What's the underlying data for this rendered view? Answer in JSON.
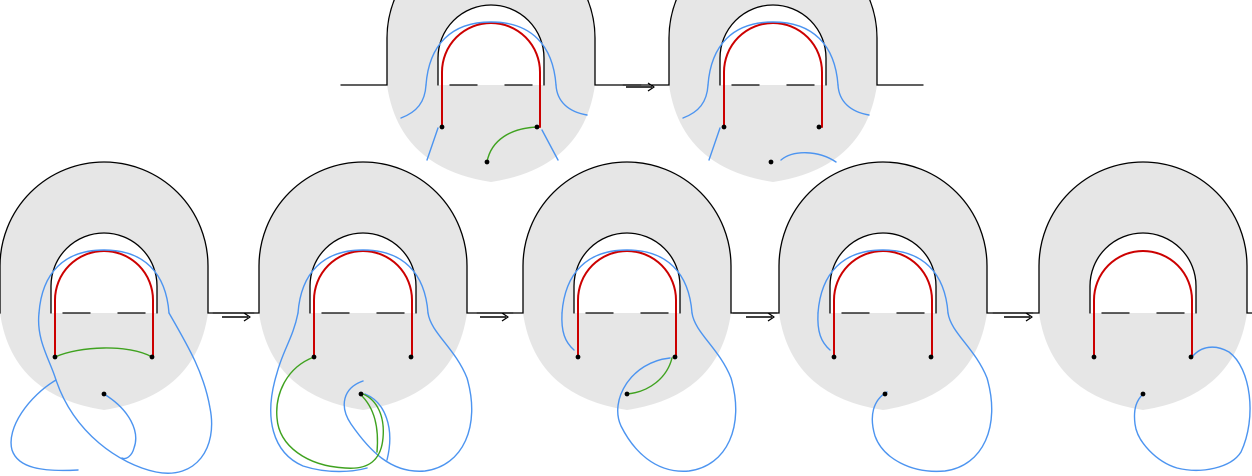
{
  "diagram": {
    "kind": "sequence of surface arc moves",
    "rows": [
      {
        "row": "top",
        "panels": [
          "top-1",
          "top-2"
        ]
      },
      {
        "row": "bottom",
        "panels": [
          "bottom-1",
          "bottom-2",
          "bottom-3",
          "bottom-4",
          "bottom-5"
        ]
      }
    ],
    "arrow_glyph": "→",
    "colors": {
      "surface_fill": "#e6e6e6",
      "outline": "#000000",
      "red_arc": "#cc0000",
      "blue_curve": "#4c94f0",
      "green_arc": "#3fa21f"
    }
  }
}
